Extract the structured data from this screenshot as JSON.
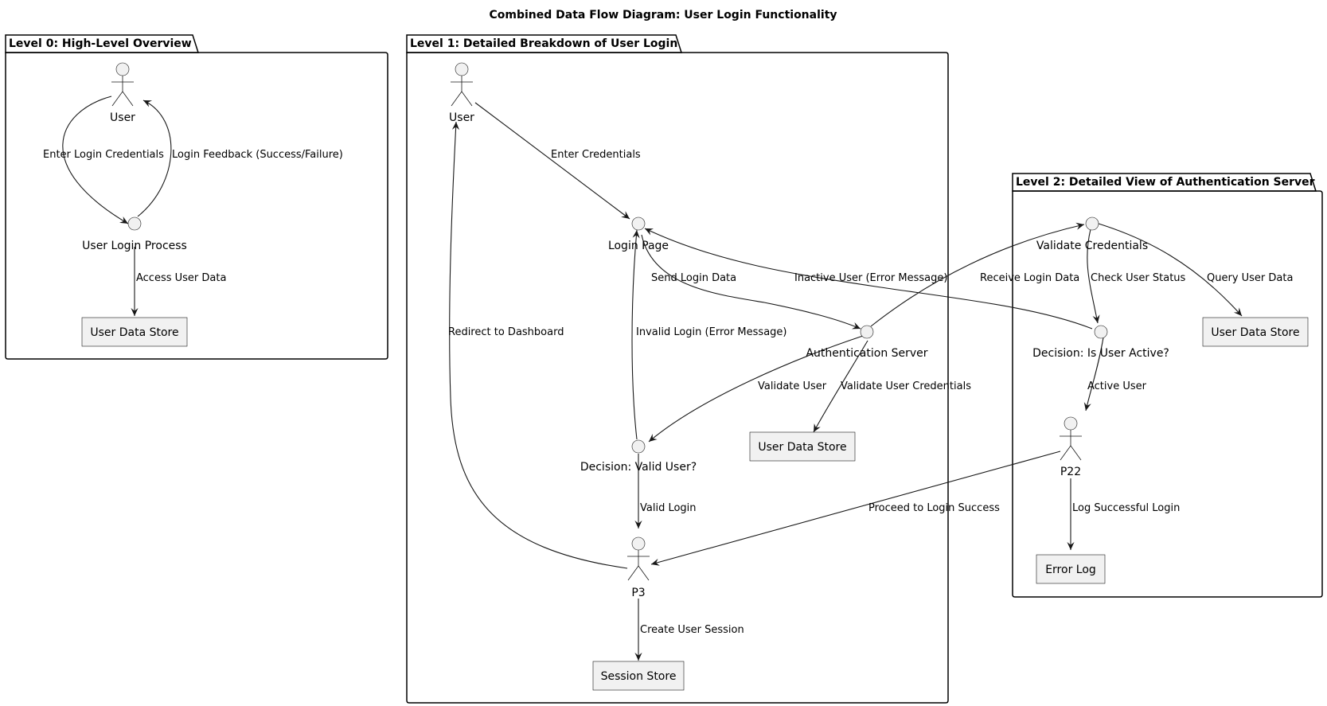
{
  "diagram": {
    "title": "Combined Data Flow Diagram: User Login Functionality",
    "packages": {
      "level0": "Level 0: High-Level Overview",
      "level1": "Level 1: Detailed Breakdown of User Login",
      "level2": "Level 2: Detailed View of Authentication Server"
    },
    "nodes": {
      "l0_user": "User",
      "l0_process": "User Login Process",
      "l0_store": "User Data Store",
      "l1_user": "User",
      "l1_login_page": "Login Page",
      "l1_auth_server": "Authentication Server",
      "l1_decision": "Decision: Valid User?",
      "l1_store": "User Data Store",
      "l1_p3": "P3",
      "l1_session": "Session Store",
      "l2_validate": "Validate Credentials",
      "l2_decision": "Decision: Is User Active?",
      "l2_store": "User Data Store",
      "l2_p22": "P22",
      "l2_errorlog": "Error Log"
    },
    "edges": {
      "e_enter_login": "Enter Login Credentials",
      "e_feedback": "Login Feedback (Success/Failure)",
      "e_access": "Access User Data",
      "e_enter_cred": "Enter Credentials",
      "e_send": "Send Login Data",
      "e_inactive": "Inactive User (Error Message)",
      "e_receive": "Receive Login Data",
      "e_check": "Check User Status",
      "e_query": "Query User Data",
      "e_redirect": "Redirect to Dashboard",
      "e_invalid": "Invalid Login (Error Message)",
      "e_validate_user": "Validate User",
      "e_validate_cred": "Validate User Credentials",
      "e_active": "Active User",
      "e_valid_login": "Valid Login",
      "e_proceed": "Proceed to Login Success",
      "e_log_success": "Log Successful Login",
      "e_create_session": "Create User Session"
    }
  }
}
